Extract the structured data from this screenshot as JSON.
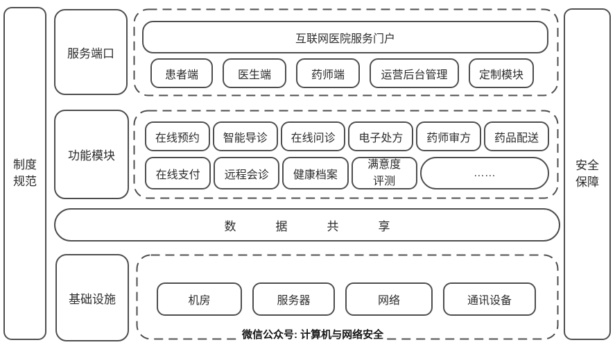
{
  "colors": {
    "stroke": "#4d4d4d",
    "text": "#2b2b2b"
  },
  "left_bar": {
    "label": "制度\n规范"
  },
  "right_bar": {
    "label": "安全\n保障"
  },
  "ports": {
    "label": "服务端口",
    "portal_title": "互联网医院服务门户",
    "items": [
      "患者端",
      "医生端",
      "药师端",
      "运营后台管理",
      "定制模块"
    ]
  },
  "modules": {
    "label": "功能模块",
    "row1": [
      "在线预约",
      "智能导诊",
      "在线问诊",
      "电子处方",
      "药师审方",
      "药品配送"
    ],
    "row2": [
      "在线支付",
      "远程会诊",
      "健康档案",
      "满意度\n评测",
      "……"
    ]
  },
  "data_share": {
    "label": "数据共享"
  },
  "infra": {
    "label": "基础设施",
    "items": [
      "机房",
      "服务器",
      "网络",
      "通讯设备"
    ]
  },
  "caption": "微信公众号: 计算机与网络安全"
}
